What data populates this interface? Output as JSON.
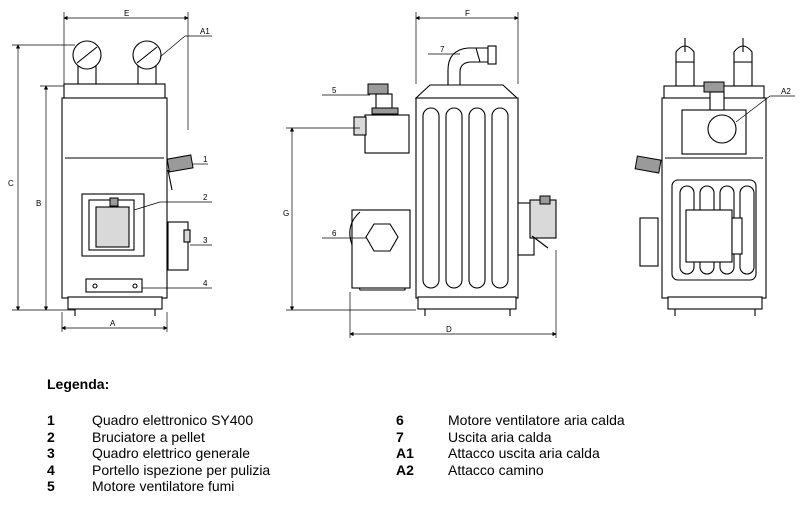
{
  "dimensions": {
    "E": "E",
    "A": "A",
    "B": "B",
    "C": "C",
    "F": "F",
    "G": "G",
    "D": "D"
  },
  "callouts": {
    "c1": "1",
    "c2": "2",
    "c3": "3",
    "c4": "4",
    "c5": "5",
    "c6": "6",
    "c7": "7",
    "a1": "A1",
    "a2": "A2"
  },
  "legend": {
    "title": "Legenda:",
    "left": [
      {
        "code": "1",
        "text": "Quadro elettronico SY400"
      },
      {
        "code": "2",
        "text": "Bruciatore a pellet"
      },
      {
        "code": "3",
        "text": "Quadro elettrico generale"
      },
      {
        "code": "4",
        "text": "Portello ispezione per pulizia"
      },
      {
        "code": "5",
        "text": "Motore ventilatore fumi"
      }
    ],
    "right": [
      {
        "code": "6",
        "text": "Motore ventilatore aria calda"
      },
      {
        "code": "7",
        "text": "Uscita aria calda"
      },
      {
        "code": "A1",
        "text": "Attacco uscita aria calda"
      },
      {
        "code": "A2",
        "text": "Attacco camino"
      }
    ]
  }
}
